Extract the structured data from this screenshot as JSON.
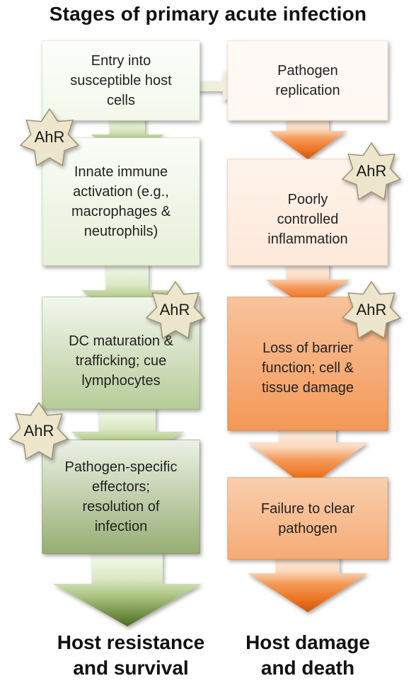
{
  "title": "Stages of primary acute infection",
  "left_column": {
    "boxes": [
      "Entry into\nsusceptible host\ncells",
      "Innate immune\nactivation (e.g.,\nmacrophages &\nneutrophils)",
      "DC maturation &\ntrafficking; cue\nlymphocytes",
      "Pathogen-specific\neffectors;\nresolution  of\ninfection"
    ],
    "outcome": "Host resistance\nand survival"
  },
  "right_column": {
    "boxes": [
      "Pathogen\nreplication",
      "Poorly\ncontrolled\ninflammation",
      "Loss of barrier\nfunction; cell &\ntissue damage",
      "Failure to clear\npathogen"
    ],
    "outcome": "Host damage\nand death"
  },
  "badge_label": "AhR",
  "colors": {
    "green_light": "#f3f8ea",
    "green_mid": "#cfe1b0",
    "green_dark": "#5a7a2c",
    "orange_light": "#fdf1e8",
    "orange_mid": "#f6b27e",
    "orange_dark": "#e8701c",
    "star_fill": "#ede6cc"
  }
}
